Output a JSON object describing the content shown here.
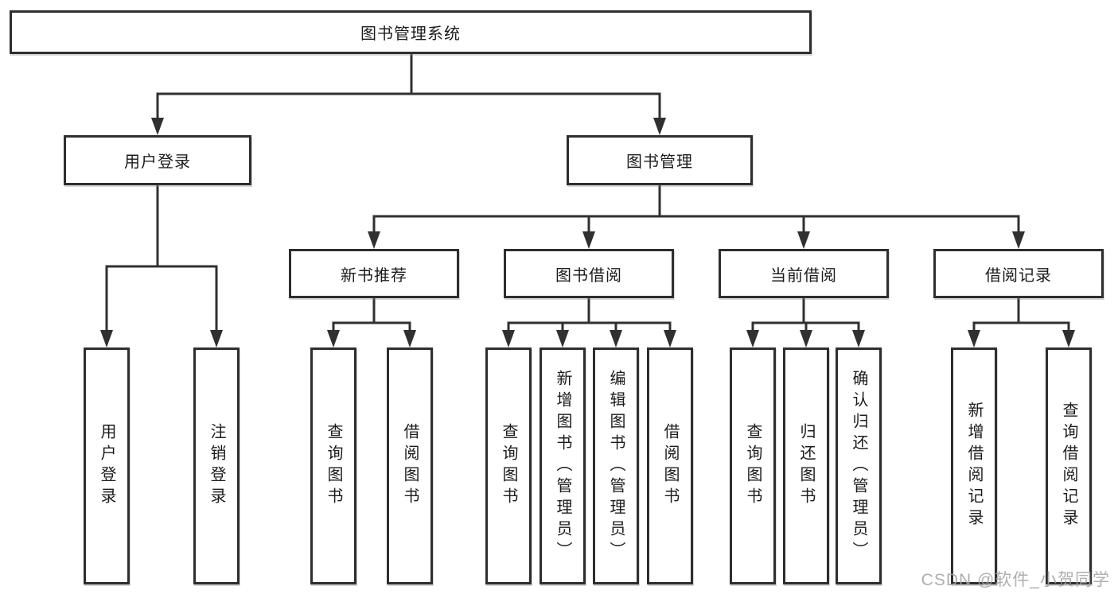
{
  "diagram": {
    "tree": {
      "label": "图书管理系统",
      "children": [
        {
          "label": "用户登录",
          "children": [
            {
              "label": "用户登录"
            },
            {
              "label": "注销登录"
            }
          ]
        },
        {
          "label": "图书管理",
          "children": [
            {
              "label": "新书推荐",
              "children": [
                {
                  "label": "查询图书"
                },
                {
                  "label": "借阅图书"
                }
              ]
            },
            {
              "label": "图书借阅",
              "children": [
                {
                  "label": "查询图书"
                },
                {
                  "label": "新增图书（管理员）"
                },
                {
                  "label": "编辑图书（管理员）"
                },
                {
                  "label": "借阅图书"
                }
              ]
            },
            {
              "label": "当前借阅",
              "children": [
                {
                  "label": "查询图书"
                },
                {
                  "label": "归还图书"
                },
                {
                  "label": "确认归还（管理员）"
                }
              ]
            },
            {
              "label": "借阅记录",
              "children": [
                {
                  "label": "新增借阅记录"
                },
                {
                  "label": "查询借阅记录"
                }
              ]
            }
          ]
        }
      ]
    }
  },
  "watermark": {
    "text": "CSDN @软件_小贺同学"
  },
  "colors": {
    "line": "#303030",
    "box_border": "#2e2e2e",
    "text": "#1c1c1c",
    "background": "#ffffff",
    "watermark": "#a5a5a5"
  }
}
